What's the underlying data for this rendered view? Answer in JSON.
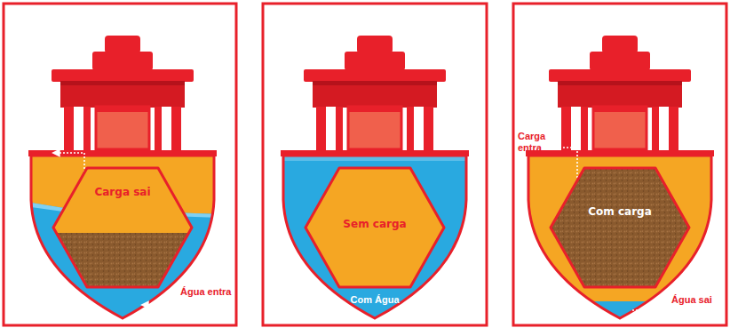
{
  "diagram": {
    "nodes": [
      {
        "text": [
          "Carga sai"
        ]
      },
      {
        "text": [
          "Sem carga"
        ]
      },
      {
        "text": [
          "Com carga"
        ]
      }
    ],
    "labels": [
      "Água entra",
      "Com Água",
      "Carga entra",
      "Água sai"
    ]
  }
}
